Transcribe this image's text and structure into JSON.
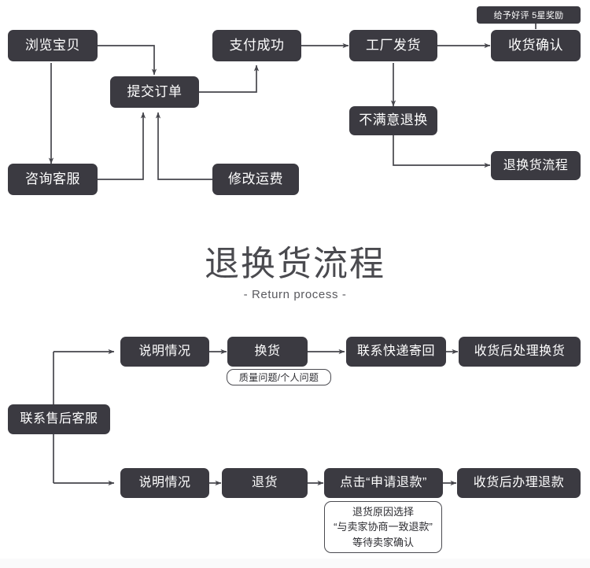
{
  "meta": {
    "background_color": "#ffffff",
    "node_color": "#3b3a41",
    "node_text_color": "#ffffff",
    "line_color": "#46464c",
    "title_color": "#4a4a4f"
  },
  "order_flow": {
    "section_name": "order-process-flow",
    "nodes": [
      {
        "id": "browse",
        "label": "浏览宝贝"
      },
      {
        "id": "consult",
        "label": "咨询客服"
      },
      {
        "id": "submit_order",
        "label": "提交订单"
      },
      {
        "id": "modify_fee",
        "label": "修改运费"
      },
      {
        "id": "pay_success",
        "label": "支付成功"
      },
      {
        "id": "factory_ship",
        "label": "工厂发货"
      },
      {
        "id": "unsatisfied",
        "label": "不满意退换"
      },
      {
        "id": "confirm_goods",
        "label": "收货确认"
      },
      {
        "id": "return_flow",
        "label": "退换货流程"
      }
    ],
    "badges": [
      {
        "id": "praise_reward",
        "label": "给予好评 5星奖励"
      }
    ]
  },
  "title": {
    "main": "退换货流程",
    "sub": "- Return process -"
  },
  "return_flow": {
    "section_name": "return-process-flow",
    "entry": {
      "id": "aftersale",
      "label": "联系售后客服"
    },
    "exchange_branch": {
      "branch_name": "exchange-branch",
      "nodes": [
        {
          "id": "explain_1",
          "label": "说明情况"
        },
        {
          "id": "exchange",
          "label": "换货"
        },
        {
          "id": "contact_courier",
          "label": "联系快递寄回"
        },
        {
          "id": "handle_exchange",
          "label": "收货后处理换货"
        }
      ],
      "note": {
        "id": "quality_note",
        "label": "质量问题/个人问题"
      }
    },
    "refund_branch": {
      "branch_name": "refund-branch",
      "nodes": [
        {
          "id": "explain_2",
          "label": "说明情况"
        },
        {
          "id": "return_goods",
          "label": "退货"
        },
        {
          "id": "apply_refund",
          "label": "点击“申请退款”"
        },
        {
          "id": "handle_refund",
          "label": "收货后办理退款"
        }
      ],
      "note": {
        "id": "refund_reason_note",
        "line1": "退货原因选择",
        "line2": "“与卖家协商一致退款”",
        "line3": "等待卖家确认"
      }
    }
  }
}
